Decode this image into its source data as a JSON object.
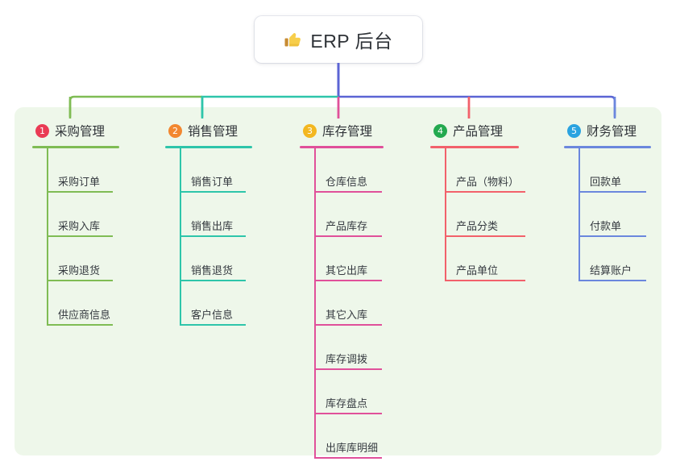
{
  "root": {
    "icon": "thumbs-up-icon",
    "title": "ERP 后台",
    "trunk_color": "#5b64d4"
  },
  "panel": {
    "background": "#eef7ea"
  },
  "columns": [
    {
      "index": "1",
      "badge_number": "1",
      "badge_color": "#ea3b55",
      "accent": "#7fbc54",
      "title": "采购管理",
      "items": [
        {
          "label": "采购订单"
        },
        {
          "label": "采购入库"
        },
        {
          "label": "采购退货"
        },
        {
          "label": "供应商信息"
        }
      ]
    },
    {
      "index": "2",
      "badge_number": "2",
      "badge_color": "#f2872f",
      "accent": "#2ec5aa",
      "title": "销售管理",
      "items": [
        {
          "label": "销售订单"
        },
        {
          "label": "销售出库"
        },
        {
          "label": "销售退货"
        },
        {
          "label": "客户信息"
        }
      ]
    },
    {
      "index": "3",
      "badge_number": "3",
      "badge_color": "#f3b720",
      "accent": "#e0509a",
      "title": "库存管理",
      "items": [
        {
          "label": "仓库信息"
        },
        {
          "label": "产品库存"
        },
        {
          "label": "其它出库"
        },
        {
          "label": "其它入库"
        },
        {
          "label": "库存调拨"
        },
        {
          "label": "库存盘点"
        },
        {
          "label": "出库库明细"
        }
      ]
    },
    {
      "index": "4",
      "badge_number": "4",
      "badge_color": "#23a94f",
      "accent": "#f2616b",
      "title": "产品管理",
      "items": [
        {
          "label": "产品（物料）"
        },
        {
          "label": "产品分类"
        },
        {
          "label": "产品单位"
        }
      ]
    },
    {
      "index": "5",
      "badge_number": "5",
      "badge_color": "#2aa3e0",
      "accent": "#6b87dd",
      "title": "财务管理",
      "items": [
        {
          "label": "回款单"
        },
        {
          "label": "付款单"
        },
        {
          "label": "结算账户"
        }
      ]
    }
  ],
  "connector": {
    "segments": [
      {
        "name": "segment-green",
        "color": "#7fbc54"
      },
      {
        "name": "segment-teal",
        "color": "#2ec5aa"
      },
      {
        "name": "segment-blue",
        "color": "#5b64d4"
      }
    ],
    "drops": [
      {
        "name": "drop-col-1",
        "color": "#7fbc54"
      },
      {
        "name": "drop-col-2",
        "color": "#2ec5aa"
      },
      {
        "name": "drop-col-3",
        "color": "#e0509a"
      },
      {
        "name": "drop-col-4",
        "color": "#f2616b"
      },
      {
        "name": "drop-col-5",
        "color": "#6b87dd"
      }
    ]
  }
}
